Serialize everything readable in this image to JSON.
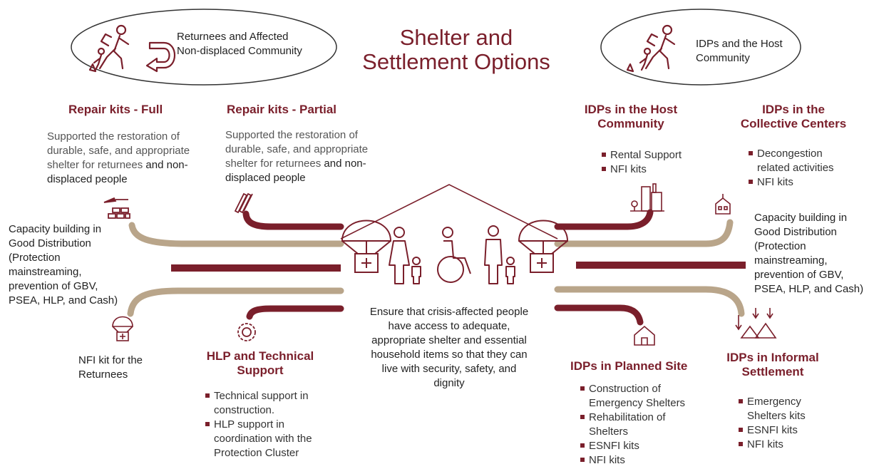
{
  "title_lines": [
    "Shelter and",
    "Settlement Options"
  ],
  "left_ellipse": [
    "Returnees and Affected",
    "Non-displaced Community"
  ],
  "right_ellipse": [
    "IDPs and the Host",
    "Community"
  ],
  "repair_full": {
    "heading": "Repair kits - Full",
    "text_grey": "Supported the restoration of durable, safe, and appropriate shelter for returnees",
    "text_dark": "and non-displaced people"
  },
  "repair_partial": {
    "heading": "Repair kits - Partial",
    "text_grey": "Supported the restoration of durable, safe, and appropriate shelter for returnees",
    "text_dark": "and non-displaced people"
  },
  "capacity_left": [
    "Capacity building in",
    "Good Distribution",
    "(Protection",
    "mainstreaming,",
    "prevention of GBV,",
    "PSEA, HLP, and Cash)"
  ],
  "nfi_returnees": [
    "NFI kit for the",
    "Returnees"
  ],
  "hlp": {
    "heading": [
      "HLP and Technical",
      "Support"
    ],
    "items": [
      "Technical support in construction.",
      "HLP support in coordination with the Protection Cluster"
    ]
  },
  "center_text": "Ensure that crisis-affected people have access to adequate, appropriate shelter and essential household items so that they can live with security, safety, and dignity",
  "host": {
    "heading": [
      "IDPs in the Host",
      "Community"
    ],
    "items": [
      "Rental Support",
      "NFI kits"
    ]
  },
  "collective": {
    "heading": [
      "IDPs in the",
      "Collective Centers"
    ],
    "items": [
      "Decongestion related activities",
      "NFI kits"
    ]
  },
  "capacity_right": [
    "Capacity building in",
    "Good Distribution",
    "(Protection",
    "mainstreaming,",
    "prevention of GBV,",
    "PSEA, HLP, and Cash)"
  ],
  "planned": {
    "heading": "IDPs in Planned Site",
    "items": [
      "Construction of Emergency Shelters",
      "Rehabilitation of Shelters",
      "ESNFI kits",
      "NFI kits"
    ]
  },
  "informal": {
    "heading": [
      "IDPs in Informal",
      "Settlement"
    ],
    "items": [
      "Emergency Shelters kits",
      "ESNFI kits",
      "NFI kits"
    ]
  },
  "colors": {
    "maroon": "#7a1f2b",
    "tan": "#b9a58a",
    "icon": "#7a1f2b"
  }
}
